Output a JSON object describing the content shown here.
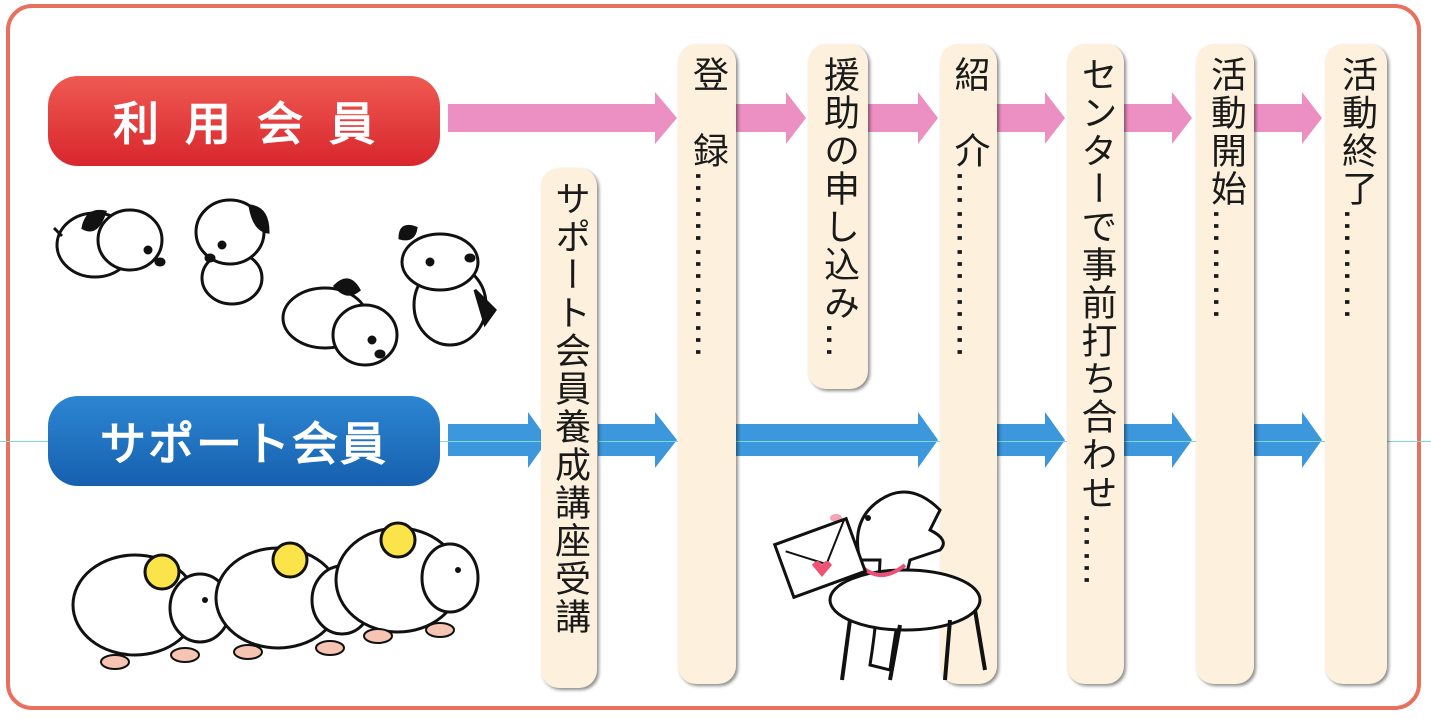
{
  "rows": {
    "user_member": "利用会員",
    "support_member": "サポート会員"
  },
  "steps": {
    "training": "サポート会員養成講座受講",
    "register": "登　録……………",
    "apply": "援助の申し込み…",
    "introduce": "紹　介……………",
    "meeting": "センターで事前打ち合わせ……",
    "start": "活動開始………",
    "end": "活動終了………"
  },
  "colors": {
    "frame": "#e8705f",
    "user_row": "#d8262d",
    "support_row": "#1660ae",
    "user_arrow": "#ec8fc2",
    "support_arrow": "#3c97dc",
    "step_card": "#fdf1dd"
  },
  "icons": [
    "dog-icon",
    "sheep-icon",
    "goat-with-letter-icon"
  ]
}
